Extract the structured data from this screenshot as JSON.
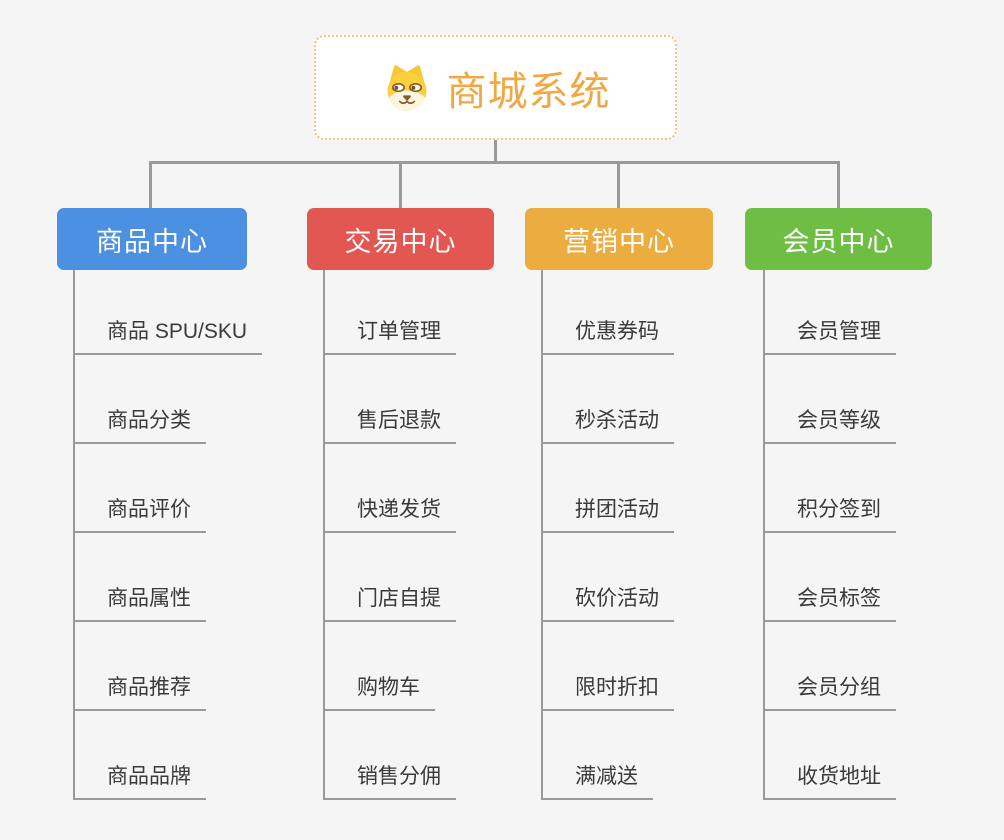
{
  "page": {
    "background": "#F5F5F6",
    "line_color": "#9A9A9A"
  },
  "root": {
    "title": "商城系统",
    "icon": "dog-face-icon",
    "text_color": "#F0A843",
    "border_color": "#F3C37B",
    "background": "#FFFFFF"
  },
  "branches": [
    {
      "label": "商品中心",
      "color": "#4C90E2",
      "children": [
        "商品 SPU/SKU",
        "商品分类",
        "商品评价",
        "商品属性",
        "商品推荐",
        "商品品牌"
      ]
    },
    {
      "label": "交易中心",
      "color": "#E25752",
      "children": [
        "订单管理",
        "售后退款",
        "快递发货",
        "门店自提",
        "购物车",
        "销售分佣"
      ]
    },
    {
      "label": "营销中心",
      "color": "#EBAC40",
      "children": [
        "优惠券码",
        "秒杀活动",
        "拼团活动",
        "砍价活动",
        "限时折扣",
        "满减送"
      ]
    },
    {
      "label": "会员中心",
      "color": "#6FBE44",
      "children": [
        "会员管理",
        "会员等级",
        "积分签到",
        "会员标签",
        "会员分组",
        "收货地址"
      ]
    }
  ]
}
